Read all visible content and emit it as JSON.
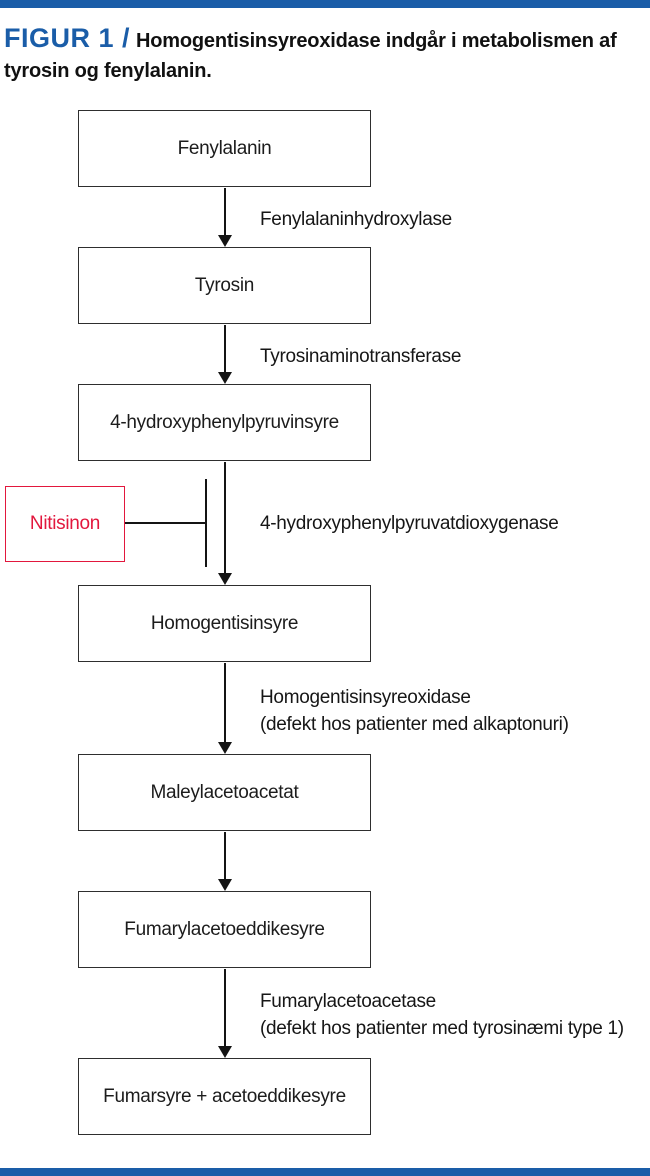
{
  "figure": {
    "label": "FIGUR 1 /",
    "title": "Homogentisinsyreoxidase indgår i metabolismen af tyrosin og fenylalanin."
  },
  "flow": {
    "boxes": [
      "Fenylalanin",
      "Tyrosin",
      "4-hydroxyphenylpyruvinsyre",
      "Homogentisinsyre",
      "Maleylacetoacetat",
      "Fumarylacetoeddikesyre",
      "Fumarsyre + acetoeddikesyre"
    ],
    "enzymes": {
      "step1": "Fenylalaninhydroxylase",
      "step2": "Tyrosinaminotransferase",
      "step3": "4-hydroxyphenylpyruvatdioxygenase",
      "step4_line1": "Homogentisinsyreoxidase",
      "step4_line2": "(defekt hos patienter med alkaptonuri)",
      "step6_line1": "Fumarylacetoacetase",
      "step6_line2": "(defekt hos patienter med tyrosinæmi type 1)"
    },
    "inhibitor": "Nitisinon"
  },
  "colors": {
    "accent_blue": "#1a5da8",
    "inhibitor_red": "#e2173d"
  }
}
